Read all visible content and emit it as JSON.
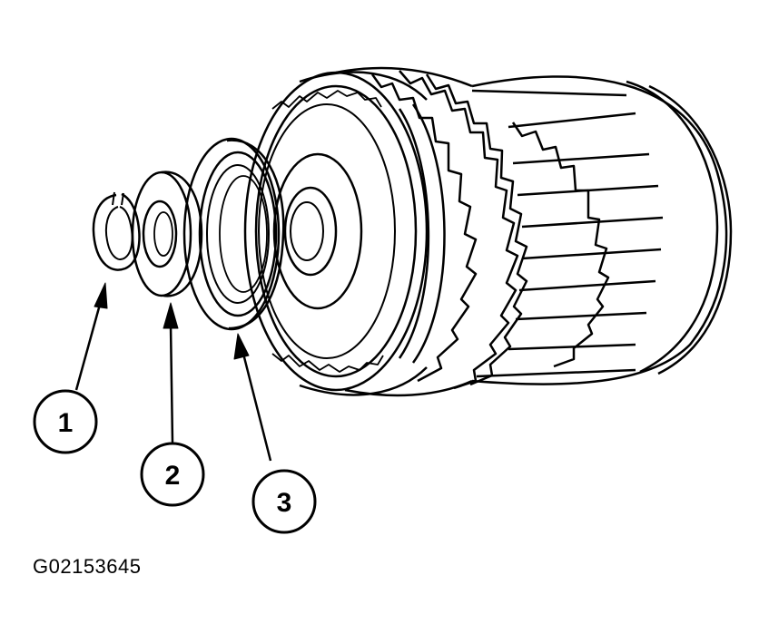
{
  "callouts": [
    {
      "id": "1",
      "label": "1"
    },
    {
      "id": "2",
      "label": "2"
    },
    {
      "id": "3",
      "label": "3"
    }
  ],
  "figure_id": "G02153645",
  "colors": {
    "line": "#000000",
    "background": "#ffffff"
  }
}
